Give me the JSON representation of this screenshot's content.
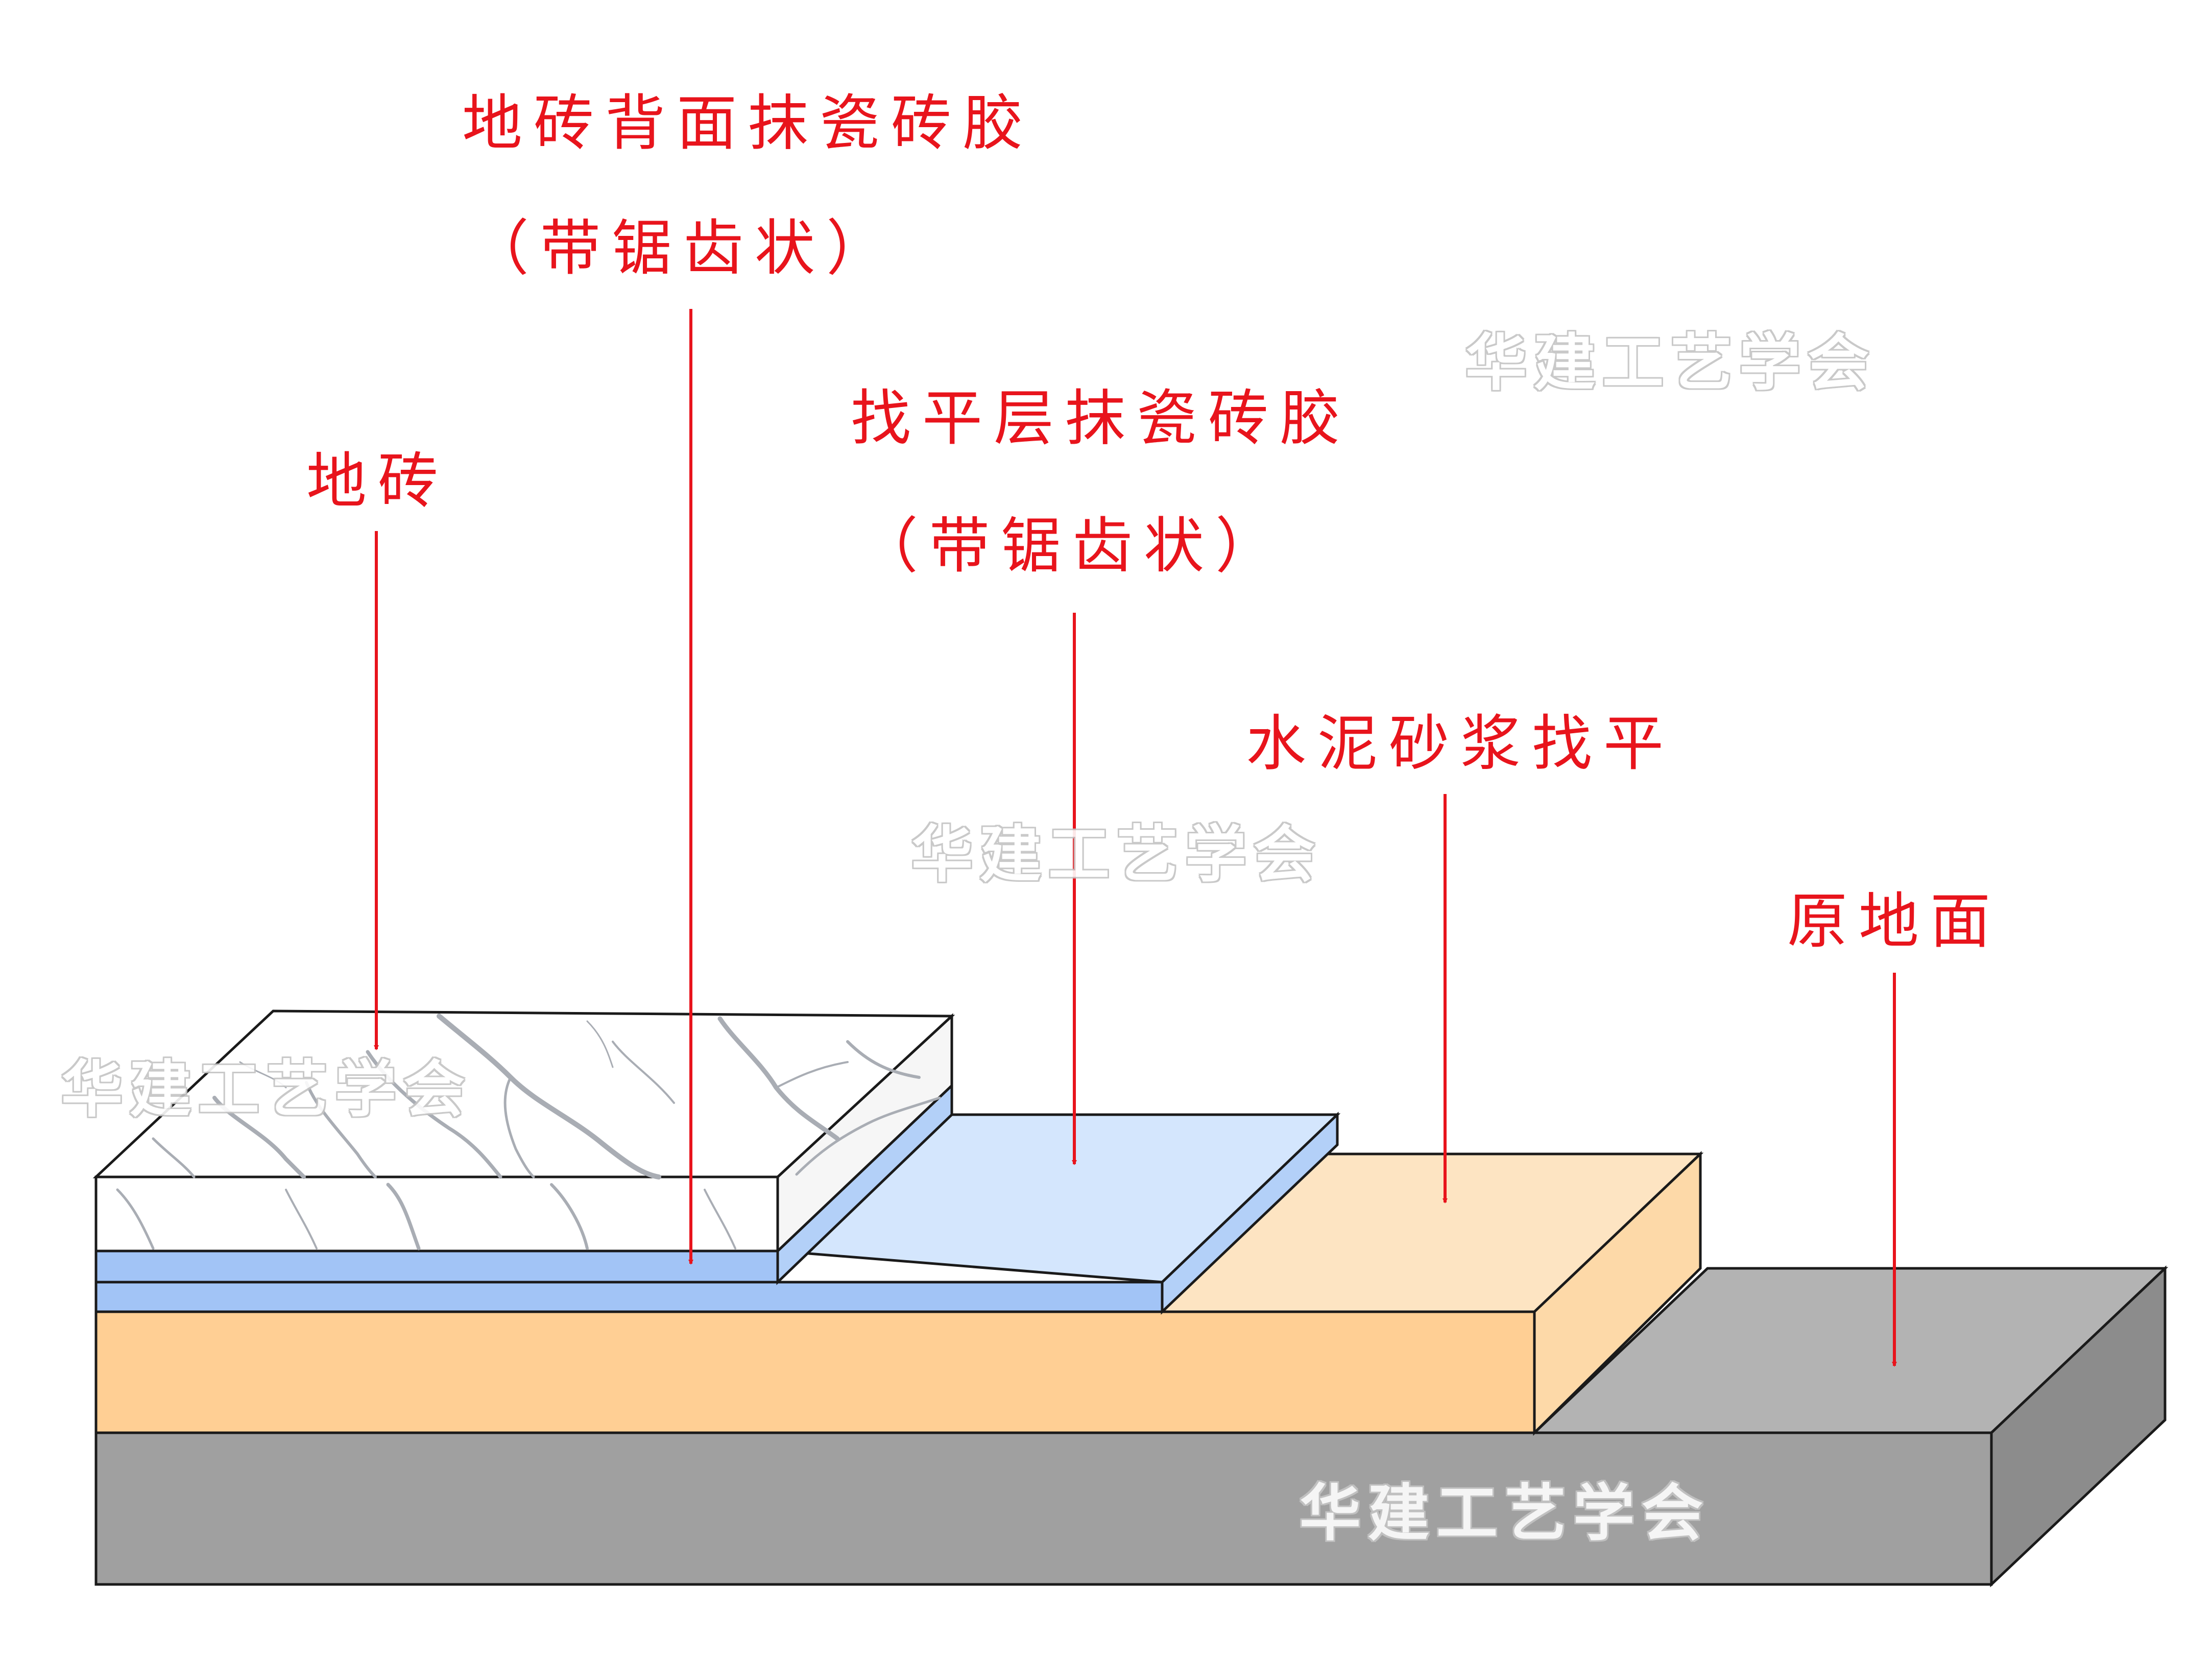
{
  "labels": {
    "tile": "地砖",
    "tile_back_glue_line1": "地砖背面抹瓷砖胶",
    "tile_back_glue_line2": "（带锯齿状）",
    "leveling_glue_line1": "找平层抹瓷砖胶",
    "leveling_glue_line2": "（带锯齿状）",
    "mortar_leveling": "水泥砂浆找平",
    "original_floor": "原地面"
  },
  "watermark": "华建工艺学会",
  "colors": {
    "label_red": "#e8141c",
    "arrow_red": "#e8141c",
    "original_floor_front": "#a0a0a0",
    "original_floor_top": "#b3b3b3",
    "original_floor_side": "#8c8c8c",
    "mortar_front": "#ffcf94",
    "mortar_top": "#fde4c2",
    "mortar_side": "#fdd9a8",
    "glue_front": "#a2c4f6",
    "glue_top": "#d4e6fd",
    "glue_side": "#b3d0f8",
    "tile_face": "#ffffff",
    "tile_vein": "#a9adb4",
    "outline": "#1a1a1a"
  }
}
